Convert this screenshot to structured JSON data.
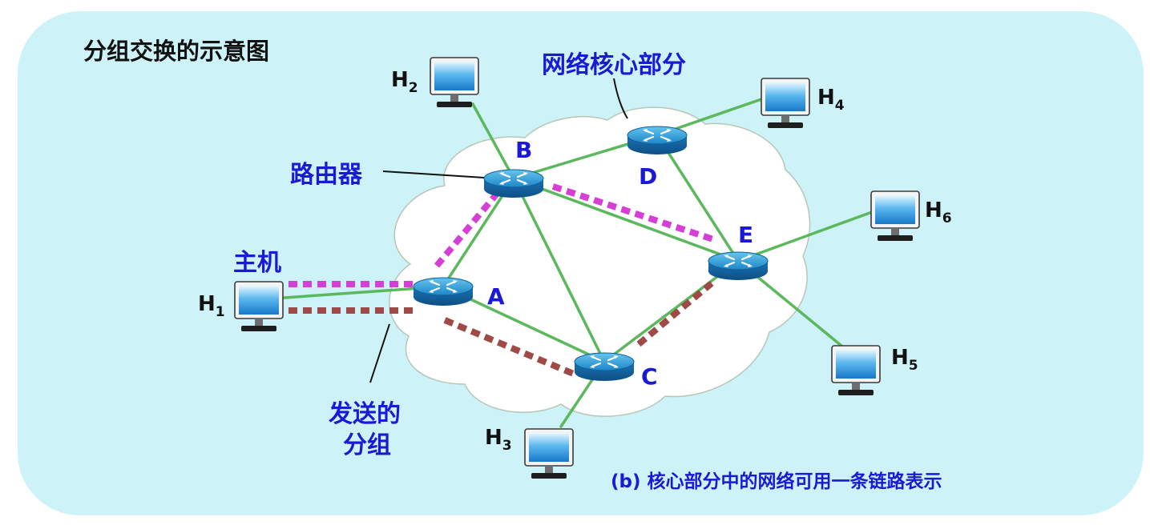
{
  "title": "分组交换的示意图",
  "labels": {
    "core": "网络核心部分",
    "router": "路由器",
    "host": "主机",
    "packet_line1": "发送的",
    "packet_line2": "分组",
    "caption": "(b) 核心部分中的网络可用一条链路表示"
  },
  "routers": [
    "A",
    "B",
    "C",
    "D",
    "E"
  ],
  "hosts": [
    {
      "letter": "H",
      "sub": "1"
    },
    {
      "letter": "H",
      "sub": "2"
    },
    {
      "letter": "H",
      "sub": "3"
    },
    {
      "letter": "H",
      "sub": "4"
    },
    {
      "letter": "H",
      "sub": "5"
    },
    {
      "letter": "H",
      "sub": "6"
    }
  ],
  "links": [
    [
      "H1",
      "A"
    ],
    [
      "H2",
      "B"
    ],
    [
      "H3",
      "C"
    ],
    [
      "H4",
      "D"
    ],
    [
      "H5",
      "E"
    ],
    [
      "H6",
      "E"
    ],
    [
      "A",
      "B"
    ],
    [
      "A",
      "C"
    ],
    [
      "B",
      "C"
    ],
    [
      "B",
      "D"
    ],
    [
      "B",
      "E"
    ],
    [
      "D",
      "E"
    ],
    [
      "C",
      "E"
    ]
  ],
  "packet_paths": [
    {
      "name": "magenta",
      "route": [
        "H1",
        "A",
        "B",
        "E"
      ]
    },
    {
      "name": "brown",
      "route": [
        "H1",
        "A",
        "C",
        "E"
      ]
    }
  ],
  "colors": {
    "background": "#cdf3f8",
    "link": "#5cb85c",
    "magenta_path": "#d63fd6",
    "brown_path": "#a04a48",
    "label_blue": "#1a1ad6",
    "router_body": "#2a8fc9",
    "cloud": "#ffffff"
  }
}
